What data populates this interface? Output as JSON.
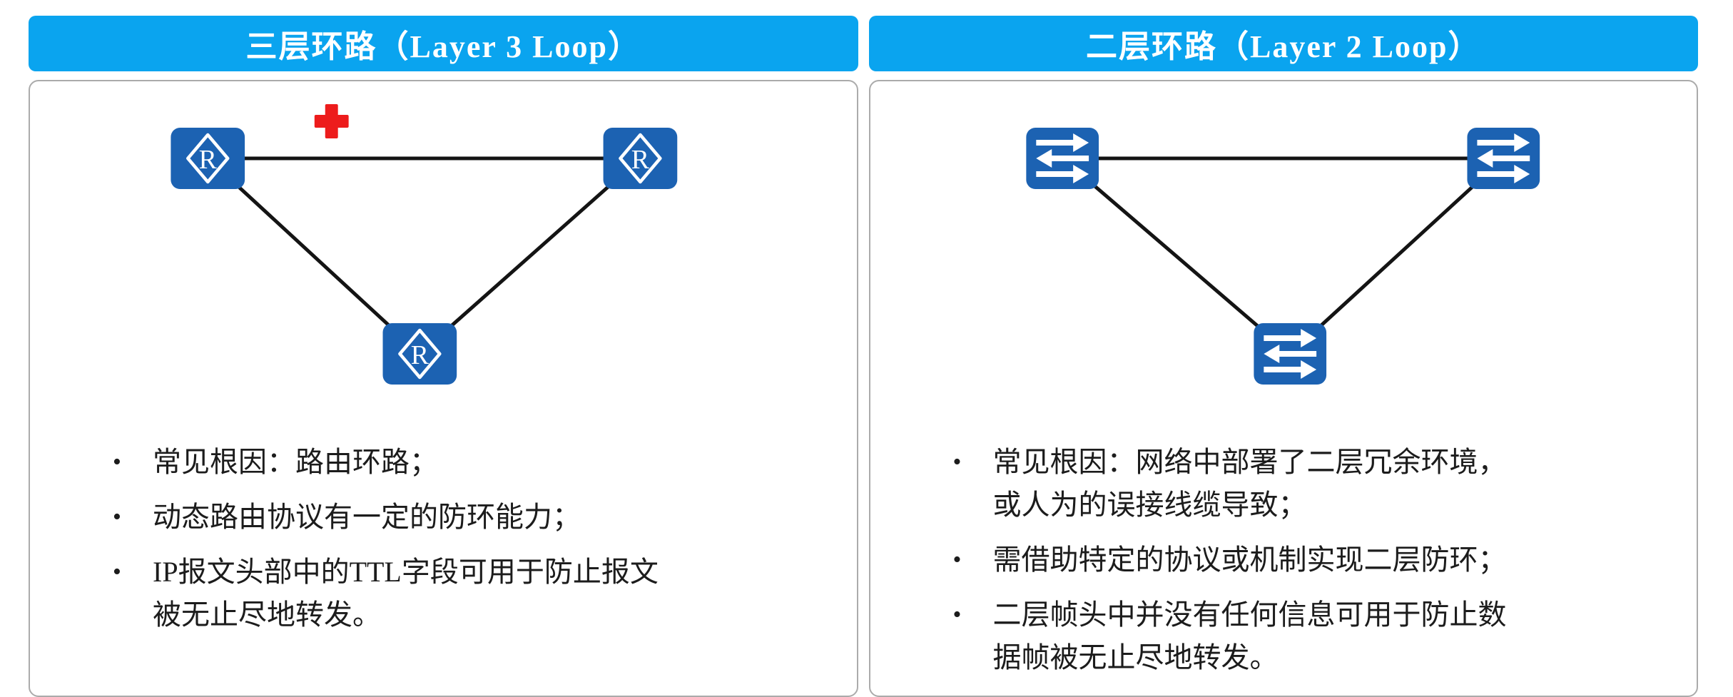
{
  "colors": {
    "header_bg": "#0aa4ef",
    "header_text": "#ffffff",
    "device_blue": "#1c62b2",
    "error_red": "#ed1c1c",
    "link_line": "#141414",
    "card_border": "#ababab",
    "body_text": "#1c1c1c"
  },
  "panels": [
    {
      "header": "三层环路（Layer 3 Loop）",
      "diagram": {
        "topology": "triangle",
        "device_type": "router",
        "device_icon": "router-icon",
        "device_label": "R",
        "device_count": 3,
        "error_marker_icon": "red-cross-icon"
      },
      "bullets": [
        {
          "lines": [
            "常见根因：路由环路；"
          ]
        },
        {
          "lines": [
            "动态路由协议有一定的防环能力；"
          ]
        },
        {
          "lines": [
            "IP报文头部中的TTL字段可用于防止报文",
            "被无止尽地转发。"
          ]
        }
      ]
    },
    {
      "header": "二层环路（Layer 2 Loop）",
      "diagram": {
        "topology": "triangle",
        "device_type": "switch",
        "device_icon": "switch-icon",
        "device_label": "",
        "device_count": 3,
        "error_marker_icon": null
      },
      "bullets": [
        {
          "lines": [
            "常见根因：网络中部署了二层冗余环境，",
            "或人为的误接线缆导致；"
          ]
        },
        {
          "lines": [
            "需借助特定的协议或机制实现二层防环；"
          ]
        },
        {
          "lines": [
            "二层帧头中并没有任何信息可用于防止数",
            "据帧被无止尽地转发。"
          ]
        }
      ]
    }
  ]
}
